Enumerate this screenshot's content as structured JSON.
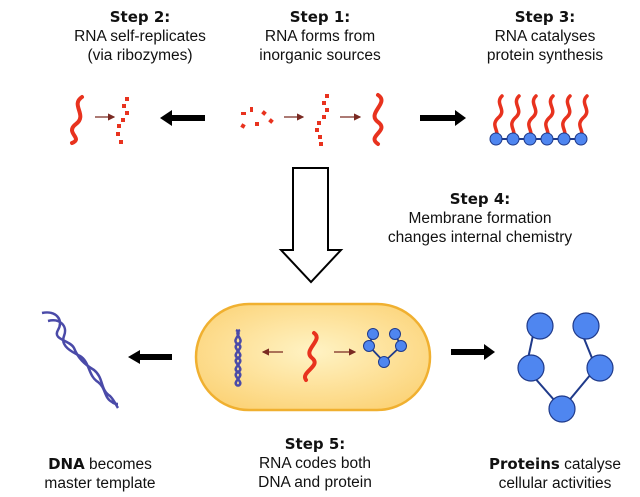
{
  "diagram": {
    "title": "RNA world hypothesis steps",
    "steps": [
      {
        "id": "step1",
        "title": "Step 1:",
        "lines": [
          "RNA forms from",
          "inorganic sources"
        ]
      },
      {
        "id": "step2",
        "title": "Step 2:",
        "lines": [
          "RNA self-replicates",
          "(via ribozymes)"
        ]
      },
      {
        "id": "step3",
        "title": "Step 3:",
        "lines": [
          "RNA catalyses",
          "protein synthesis"
        ]
      },
      {
        "id": "step4",
        "title": "Step 4:",
        "lines": [
          "Membrane formation",
          "changes internal chemistry"
        ]
      },
      {
        "id": "step5",
        "title": "Step 5:",
        "lines": [
          "RNA codes both",
          "DNA and protein"
        ]
      }
    ],
    "outcomes": {
      "dna": {
        "bold": "DNA",
        "rest": " becomes",
        "line2": "master template"
      },
      "proteins": {
        "bold": "Proteins",
        "rest": " catalyse",
        "line2": "cellular activities"
      }
    },
    "colors": {
      "rna": "#e8321e",
      "protein_fill": "#4f86f0",
      "protein_stroke": "#1f3a8a",
      "dna": "#4a4aa8",
      "cell_fill": "#fde4a0",
      "cell_stroke": "#f0b030",
      "small_arrow": "#7a2a22",
      "big_arrow": "#000000"
    },
    "icons": [
      "rna-strand-icon",
      "nucleotide-fragments-icon",
      "ribozyme-icon",
      "dna-helix-icon",
      "protein-chain-icon",
      "cell-membrane-icon"
    ]
  }
}
